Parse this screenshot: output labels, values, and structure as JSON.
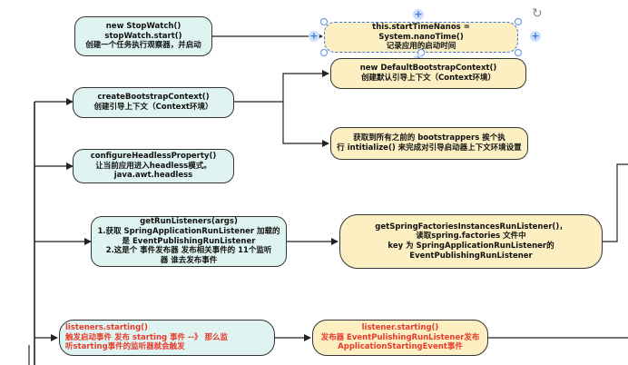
{
  "nodes": {
    "stopwatch": {
      "text": "new StopWatch()\nstopWatch.start()\n创建一个任务执行观察器，并启动"
    },
    "start_time": {
      "text": "this.startTimeNanos = System.nanoTime()\n记录应用的启动时间"
    },
    "bootstrap": {
      "text": "createBootstrapContext()\n创建引导上下文（Context环境）"
    },
    "default_bootstrap": {
      "text": "new DefaultBootstrapContext()\n创建默认引导上下文（Context环境）"
    },
    "bootstrappers": {
      "text": "获取到所有之前的 bootstrappers 挨个执\n行 intitialize() 来完成对引导启动器上下文环境设置"
    },
    "headless": {
      "text": "configureHeadlessProperty()\n让当前应用进入headless模式。\njava.awt.headless"
    },
    "run_listeners": {
      "text": "getRunListeners(args)\n1.获取 SpringApplicationRunListener 加载的\n是 EventPublishingRunListener\n2.这是个 事件发布器  发布相关事件的  11个监听\n器 谁去发布事件"
    },
    "spring_factories": {
      "text": "getSpringFactoriesInstancesRunListener()，\n读取spring.factories 文件中\nkey 为 SpringApplicationRunListener的\nEventPublishingRunListener"
    },
    "starting": {
      "text": "listeners.starting()\n触发启动事件  发布 starting 事件 --》 那么监\n听starting事件的监听器就会触发"
    },
    "listener_starting": {
      "text": "listener.starting()\n发布器 EventPulishingRunListener发布\nApplicationStartingEvent事件"
    }
  },
  "icons": {
    "plus": "+",
    "rotate": "↻"
  },
  "colors": {
    "teal_fill": "#dff4f1",
    "yellow_fill": "#fcefc2",
    "red_text": "#e83a2a",
    "selection": "#3a78e0"
  }
}
